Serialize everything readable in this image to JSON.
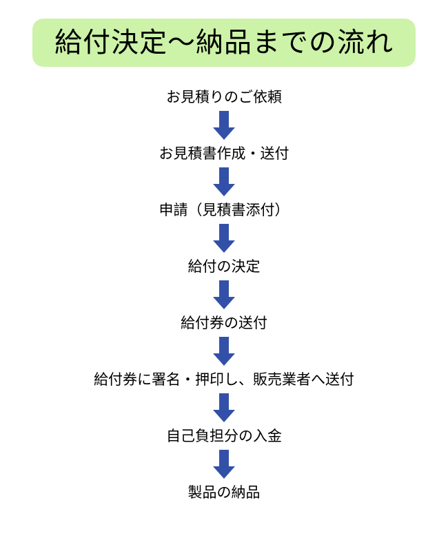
{
  "title": "給付決定〜納品までの流れ",
  "colors": {
    "title_background": "#ccf3a8",
    "arrow": "#3350a8",
    "text": "#000000"
  },
  "steps": [
    "お見積りのご依頼",
    "お見積書作成・送付",
    "申請（見積書添付）",
    "給付の決定",
    "給付券の送付",
    "給付券に署名・押印し、販売業者へ送付",
    "自己負担分の入金",
    "製品の納品"
  ],
  "arrow_icon": "down-arrow-icon"
}
